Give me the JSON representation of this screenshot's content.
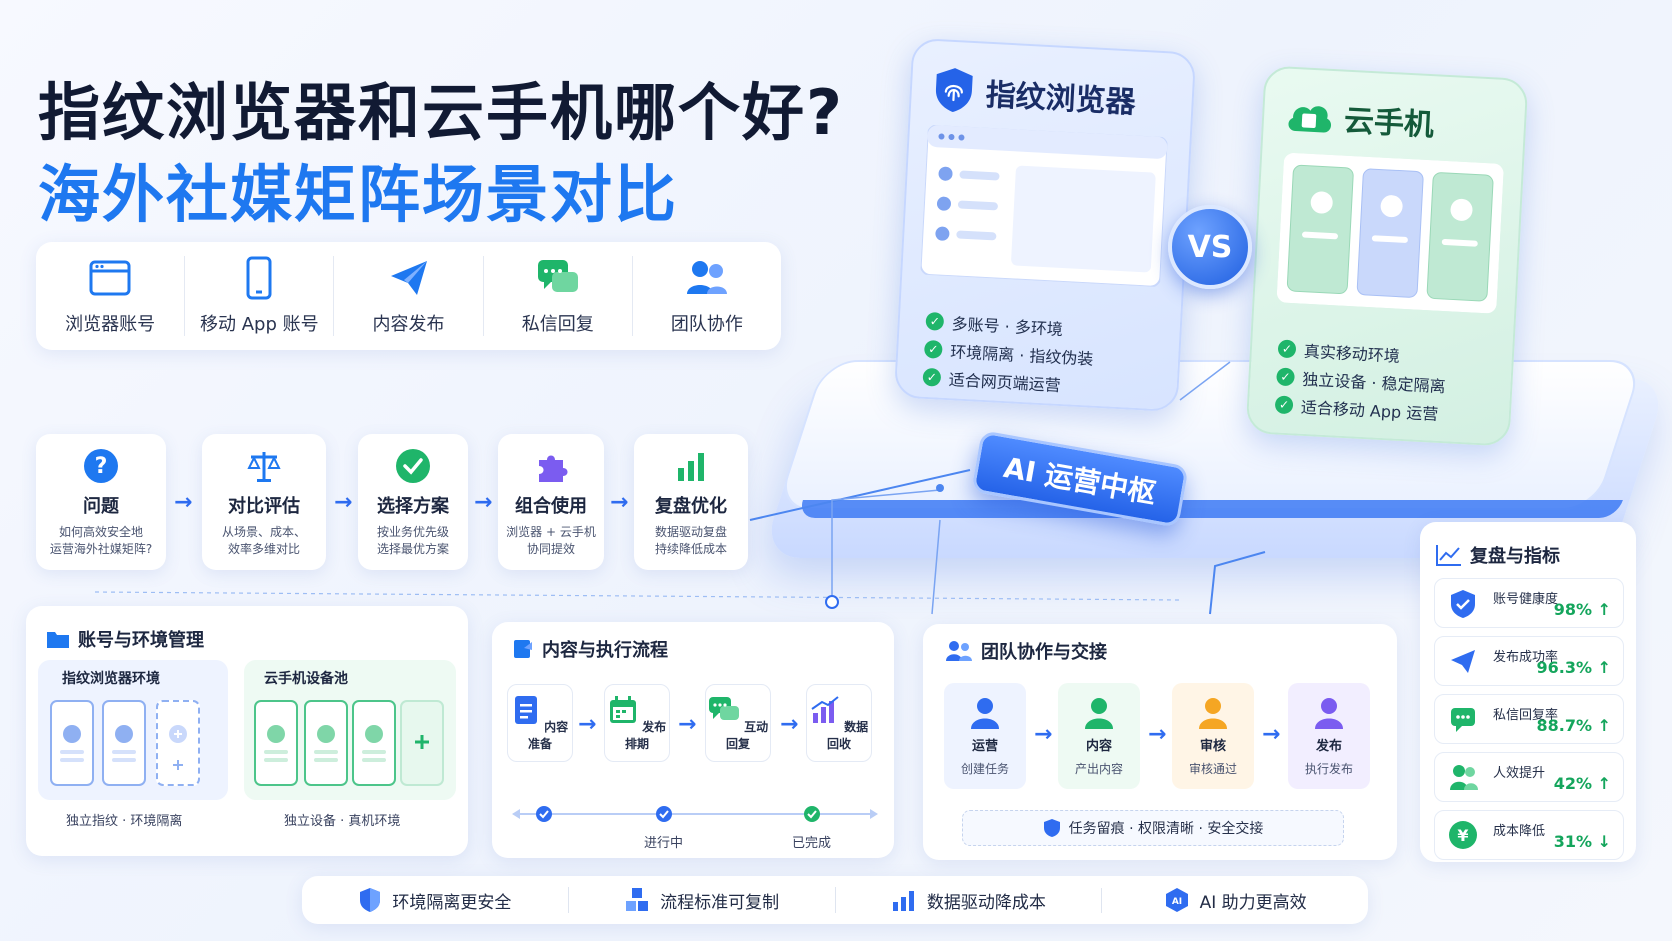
{
  "title": {
    "line1": "指纹浏览器和云手机哪个好?",
    "line2": "海外社媒矩阵场景对比"
  },
  "scenarios": [
    {
      "label": "浏览器账号",
      "icon": "browser-window-icon"
    },
    {
      "label": "移动 App 账号",
      "icon": "mobile-phone-icon"
    },
    {
      "label": "内容发布",
      "icon": "paper-plane-icon"
    },
    {
      "label": "私信回复",
      "icon": "chat-bubbles-icon"
    },
    {
      "label": "团队协作",
      "icon": "team-users-icon"
    }
  ],
  "compare": {
    "browser": {
      "title": "指纹浏览器",
      "features": [
        "多账号 · 多环境",
        "环境隔离 · 指纹伪装",
        "适合网页端运营"
      ]
    },
    "cloud": {
      "title": "云手机",
      "features": [
        "真实移动环境",
        "独立设备 · 稳定隔离",
        "适合移动 App 运营"
      ]
    },
    "vs": "VS",
    "hub": "AI 运营中枢"
  },
  "steps": [
    {
      "title": "问题",
      "desc": [
        "如何高效安全地",
        "运营海外社媒矩阵?"
      ]
    },
    {
      "title": "对比评估",
      "desc": [
        "从场景、成本、",
        "效率多维对比"
      ]
    },
    {
      "title": "选择方案",
      "desc": [
        "按业务优先级",
        "选择最优方案"
      ]
    },
    {
      "title": "组合使用",
      "desc": [
        "浏览器 + 云手机",
        "协同提效"
      ]
    },
    {
      "title": "复盘优化",
      "desc": [
        "数据驱动复盘",
        "持续降低成本"
      ]
    }
  ],
  "account_panel": {
    "title": "账号与环境管理",
    "browser_env": {
      "title": "指纹浏览器环境",
      "caption": "独立指纹 · 环境隔离"
    },
    "cloud_pool": {
      "title": "云手机设备池",
      "caption": "独立设备 · 真机环境"
    }
  },
  "content_panel": {
    "title": "内容与执行流程",
    "nodes": [
      "内容准备",
      "发布排期",
      "互动回复",
      "数据回收"
    ],
    "progress": [
      "进行中",
      "已完成"
    ]
  },
  "team_panel": {
    "title": "团队协作与交接",
    "roles": [
      {
        "role": "运营",
        "action": "创建任务"
      },
      {
        "role": "内容",
        "action": "产出内容"
      },
      {
        "role": "审核",
        "action": "审核通过"
      },
      {
        "role": "发布",
        "action": "执行发布"
      }
    ],
    "footer": "任务留痕 · 权限清晰 · 安全交接"
  },
  "metrics": {
    "title": "复盘与指标",
    "items": [
      {
        "label": "账号健康度",
        "value": "98%",
        "trend": "↑"
      },
      {
        "label": "发布成功率",
        "value": "96.3%",
        "trend": "↑"
      },
      {
        "label": "私信回复率",
        "value": "88.7%",
        "trend": "↑"
      },
      {
        "label": "人效提升",
        "value": "42%",
        "trend": "↑"
      },
      {
        "label": "成本降低",
        "value": "31%",
        "trend": "↓"
      }
    ],
    "yuan": "¥"
  },
  "benefits": [
    "环境隔离更安全",
    "流程标准可复制",
    "数据驱动降成本",
    "AI 助力更高效"
  ],
  "colors": {
    "primary": "#1e78f0",
    "green": "#1fb56a",
    "orange": "#f5a623",
    "purple": "#7b5cf0"
  }
}
